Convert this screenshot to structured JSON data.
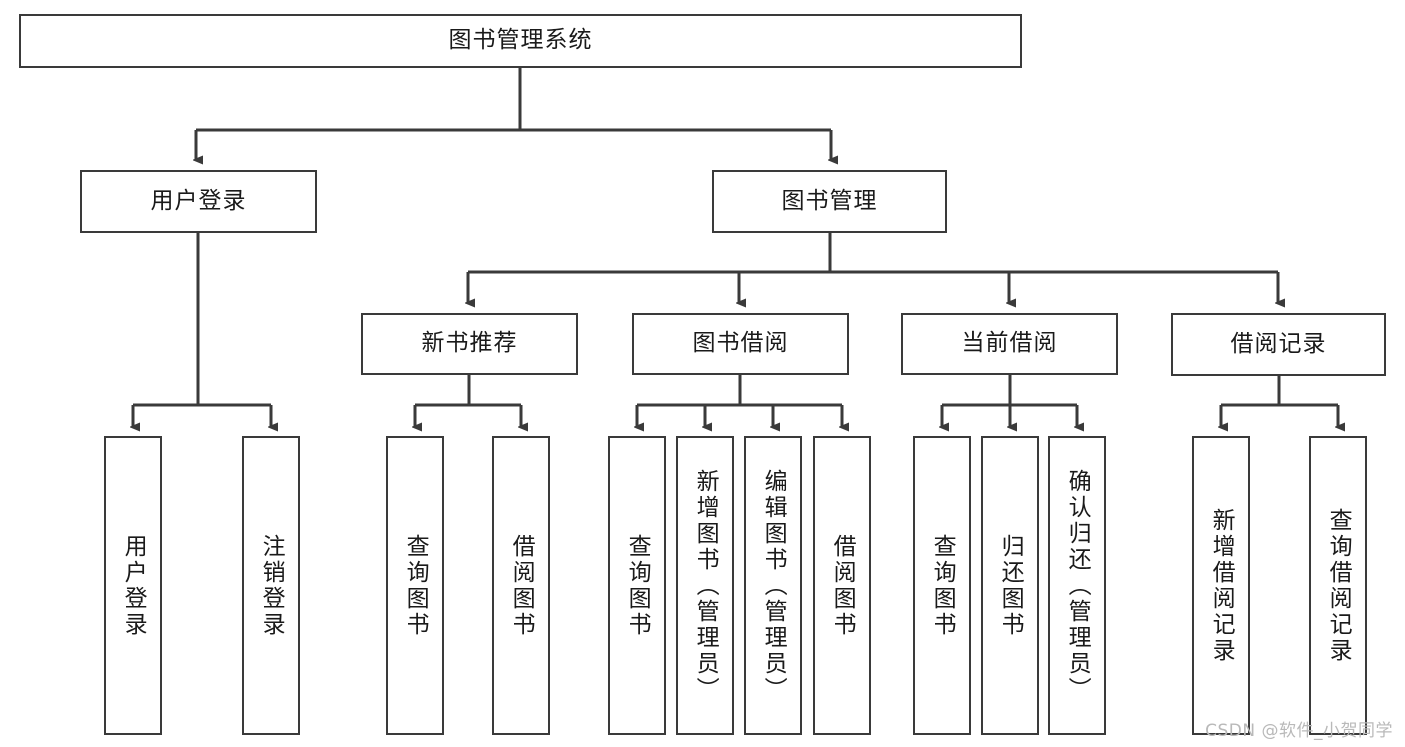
{
  "diagram": {
    "title_node": {
      "label": "图书管理系统"
    },
    "level2": [
      {
        "label": "用户登录"
      },
      {
        "label": "图书管理"
      }
    ],
    "level3": [
      {
        "label": "新书推荐"
      },
      {
        "label": "图书借阅"
      },
      {
        "label": "当前借阅"
      },
      {
        "label": "借阅记录"
      }
    ],
    "leaves": {
      "user_login": [
        {
          "label": "用户登录"
        },
        {
          "label": "注销登录"
        }
      ],
      "new_book_recommend": [
        {
          "label": "查询图书"
        },
        {
          "label": "借阅图书"
        }
      ],
      "book_borrow": [
        {
          "label": "查询图书"
        },
        {
          "label": "新增图书（管理员）"
        },
        {
          "label": "编辑图书（管理员）"
        },
        {
          "label": "借阅图书"
        }
      ],
      "current_borrow": [
        {
          "label": "查询图书"
        },
        {
          "label": "归还图书"
        },
        {
          "label": "确认归还（管理员）"
        }
      ],
      "borrow_records": [
        {
          "label": "新增借阅记录"
        },
        {
          "label": "查询借阅记录"
        }
      ]
    }
  },
  "watermark": {
    "text": "CSDN @软件_小贺同学"
  },
  "colors": {
    "stroke": "#3a3a3a",
    "background": "#ffffff",
    "text": "#1a1a1a",
    "watermark": "#b9b9b9"
  }
}
